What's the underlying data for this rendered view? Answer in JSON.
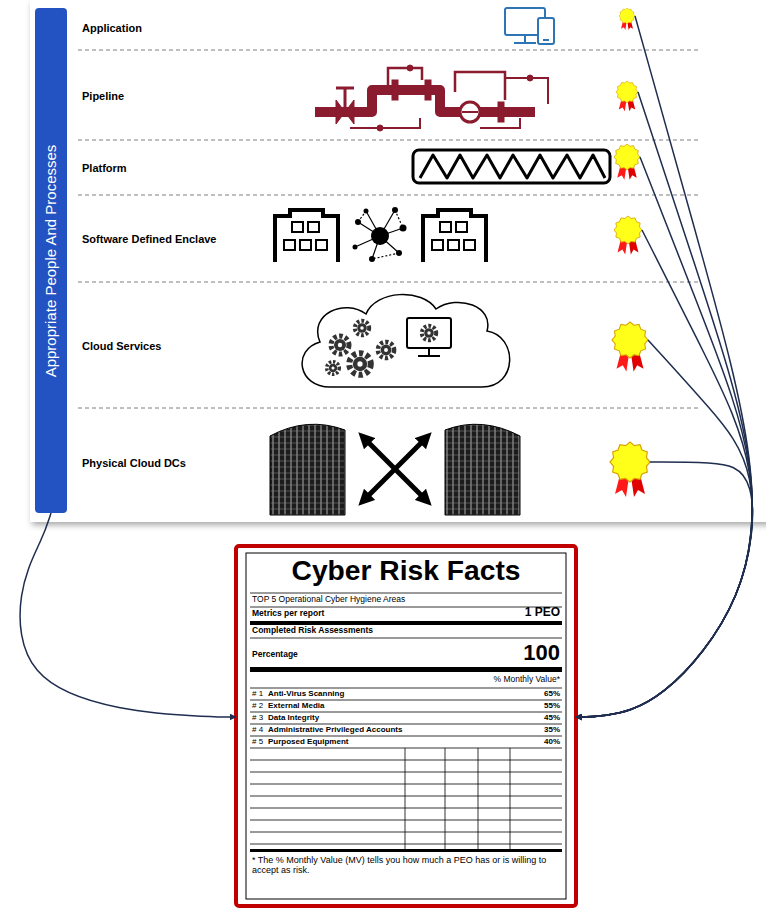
{
  "diagram": {
    "nodes": [
      {
        "text": [
          "Appropriate People And Processes"
        ]
      },
      {
        "text": [
          "Application"
        ]
      },
      {
        "text": [
          "Pipeline"
        ]
      },
      {
        "text": [
          "Platform"
        ]
      },
      {
        "text": [
          "Software Defined Enclave"
        ]
      },
      {
        "text": [
          "Cloud Services"
        ]
      },
      {
        "text": [
          "Physical Cloud DCs"
        ]
      },
      {
        "text": [
          "Cyber Risk Facts",
          "TOP 5 Operational Cyber Hygiene Areas",
          "Metrics per report",
          "1 PEO",
          "Completed Risk Assessments",
          "Percentage",
          "100",
          "% Monthly Value*",
          "# 1",
          "Anti-Virus Scanning",
          "65%",
          "# 2",
          "External Media",
          "55%",
          "# 3",
          "Data Integrity",
          "45%",
          "# 4",
          "Administrative Privileged Accounts",
          "35%",
          "# 5",
          "Purposed Equipment",
          "40%",
          "* The % Monthly Value (MV) tells you how much a PEO has or is willing to accept as risk."
        ]
      }
    ],
    "edges": [
      {
        "from": 1,
        "to": 7,
        "arrow": "to"
      },
      {
        "from": 2,
        "to": 7,
        "arrow": "to"
      },
      {
        "from": 3,
        "to": 7,
        "arrow": "to"
      },
      {
        "from": 4,
        "to": 7,
        "arrow": "to"
      },
      {
        "from": 5,
        "to": 7,
        "arrow": "to"
      },
      {
        "from": 6,
        "to": 7,
        "arrow": "to"
      },
      {
        "from": 0,
        "to": 7,
        "arrow": "to"
      }
    ]
  }
}
